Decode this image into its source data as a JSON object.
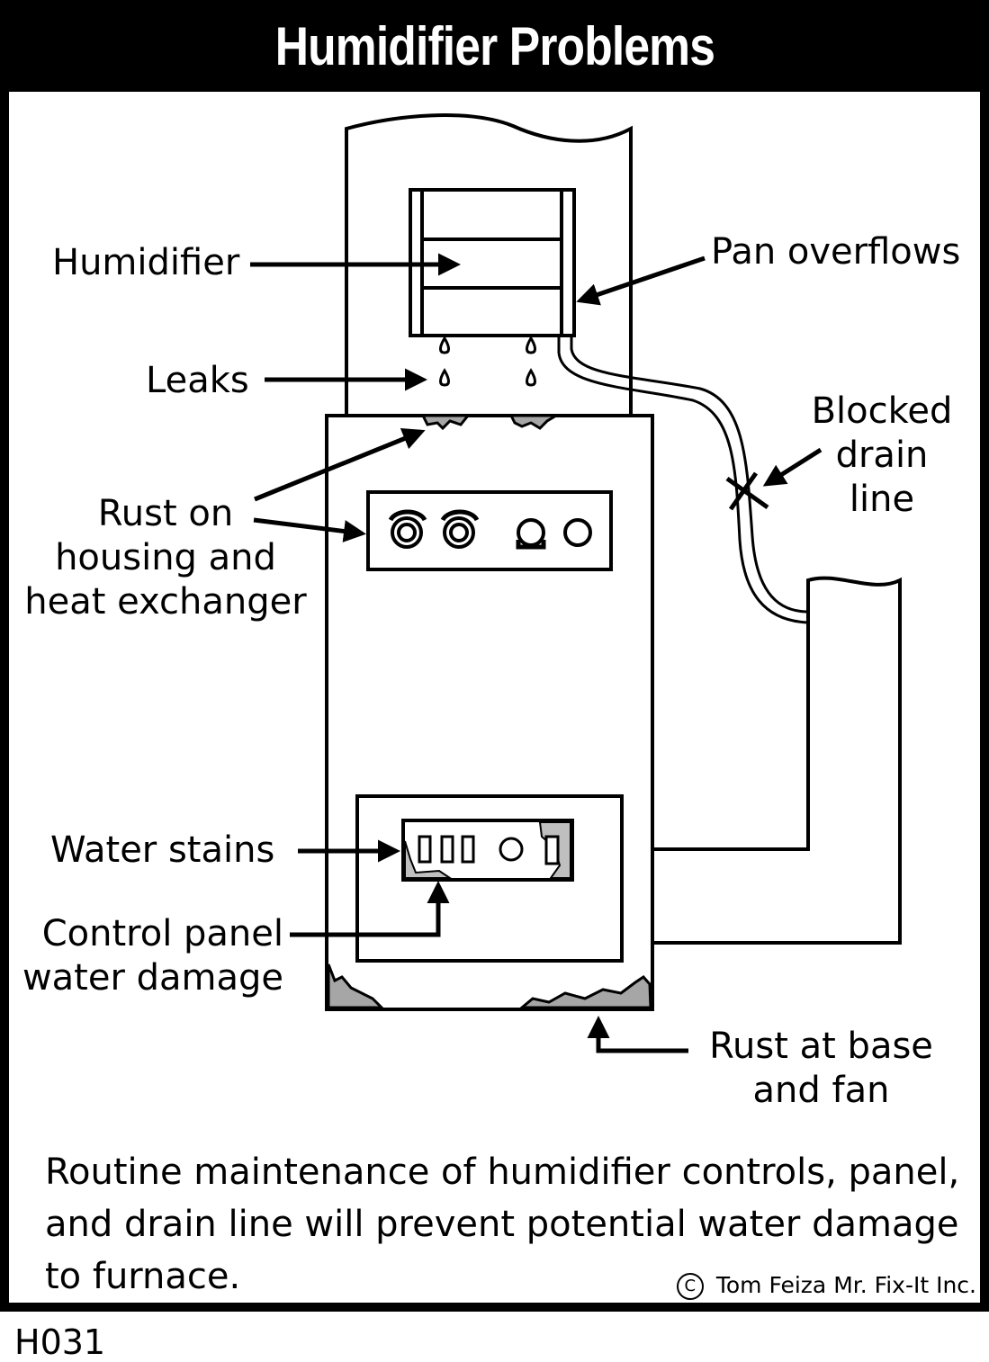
{
  "title": "Humidifier Problems",
  "labels": {
    "humidifier": "Humidifier",
    "pan_overflows": "Pan overflows",
    "leaks": "Leaks",
    "blocked_drain_line": [
      "Blocked",
      "drain",
      "line"
    ],
    "rust_on_housing": [
      "Rust on",
      "housing and",
      "heat exchanger"
    ],
    "water_stains": "Water stains",
    "control_panel_water_damage": [
      "Control panel",
      "water damage"
    ],
    "rust_at_base": [
      "Rust at base",
      "and fan"
    ]
  },
  "caption": "Routine maintenance of humidifier controls, panel, and drain line will prevent potential water damage to furnace.",
  "credit": {
    "symbol": "C",
    "text": "Tom Feiza Mr. Fix-It Inc."
  },
  "code": "H031",
  "colors": {
    "ink": "#000000",
    "rust": "#a6a6a6",
    "stain": "#bfbfbf",
    "background": "#ffffff"
  }
}
